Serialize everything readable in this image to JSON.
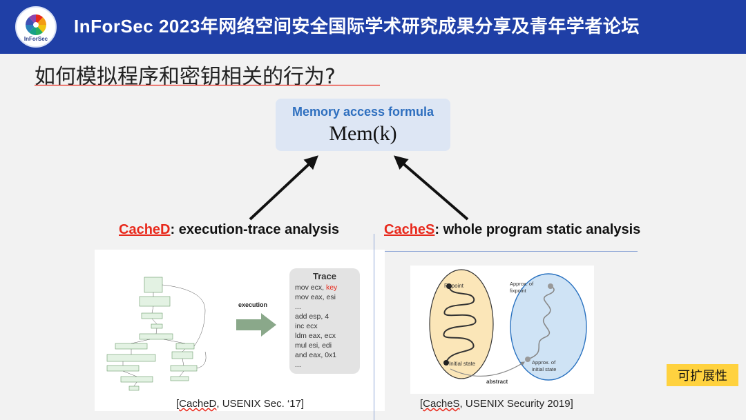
{
  "header": {
    "logo_text": "InForSec",
    "title": "InForSec 2023年网络空间安全国际学术研究成果分享及青年学者论坛"
  },
  "question": "如何模拟程序和密钥相关的行为?",
  "formula": {
    "label": "Memory access formula",
    "expr": "Mem(k)"
  },
  "methods": {
    "left": {
      "name": "CacheD",
      "desc": ": execution-trace analysis"
    },
    "right": {
      "name": "CacheS",
      "desc": ": whole program static analysis"
    }
  },
  "left_figure": {
    "execution_label": "execution",
    "trace_title": "Trace",
    "trace_lines": [
      {
        "pre": "mov ecx, ",
        "hl": "key"
      },
      {
        "pre": "mov eax, esi",
        "hl": ""
      },
      {
        "pre": "...",
        "hl": ""
      },
      {
        "pre": "add esp, 4",
        "hl": ""
      },
      {
        "pre": "inc  ecx",
        "hl": ""
      },
      {
        "pre": "ldm eax, ecx",
        "hl": ""
      },
      {
        "pre": "mul esi, edi",
        "hl": ""
      },
      {
        "pre": "and eax, 0x1",
        "hl": ""
      },
      {
        "pre": "...",
        "hl": ""
      }
    ],
    "caption_pre": "[",
    "caption_name": "CacheD",
    "caption_post": ", USENIX Sec. ‘17]"
  },
  "right_figure": {
    "fixpoint": "Fixpoint",
    "initial_state": "Initial state",
    "approx_fixpoint_1": "Approx. of",
    "approx_fixpoint_2": "fixpoint",
    "approx_initial_1": "Approx. of",
    "approx_initial_2": "initial state",
    "abstract": "abstract",
    "caption_pre": "[",
    "caption_name": "CacheS",
    "caption_post": ", USENIX Security 2019]"
  },
  "badge": "可扩展性",
  "colors": {
    "header_bg": "#1f3fa6",
    "accent_red": "#e8291c",
    "formula_blue": "#2e6fbf",
    "badge_yellow": "#ffd23f"
  }
}
